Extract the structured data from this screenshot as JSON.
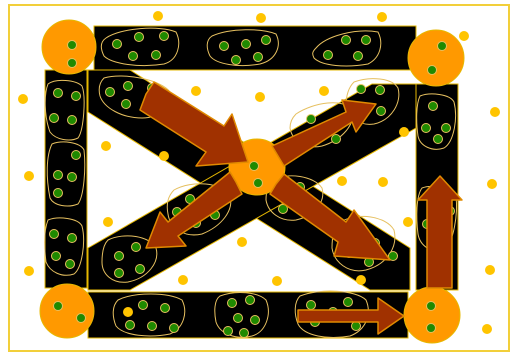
{
  "diagram": {
    "colors": {
      "background": "#ffffff",
      "frame": "#f2cf3a",
      "road": "#000000",
      "road_outline": "#e6b800",
      "node": "#ff9900",
      "node_outline": "#e6b800",
      "cluster": "#1f8a00",
      "cluster_outline": "#e6c060",
      "particle": "#ffc400",
      "arrow": "#a03100",
      "arrow_outline": "#e08a00"
    },
    "nodes": [
      "top-left-node",
      "top-right-node",
      "center-node",
      "bottom-left-node",
      "bottom-right-node"
    ],
    "roads": [
      "top-road",
      "bottom-road",
      "left-road",
      "right-road",
      "diagonal-tl-br",
      "diagonal-tr-bl"
    ],
    "arrows": [
      "arrow-to-center-from-tl",
      "arrow-center-to-tr",
      "arrow-center-to-bl",
      "arrow-center-to-br",
      "arrow-right-up",
      "arrow-bottom-right"
    ]
  }
}
